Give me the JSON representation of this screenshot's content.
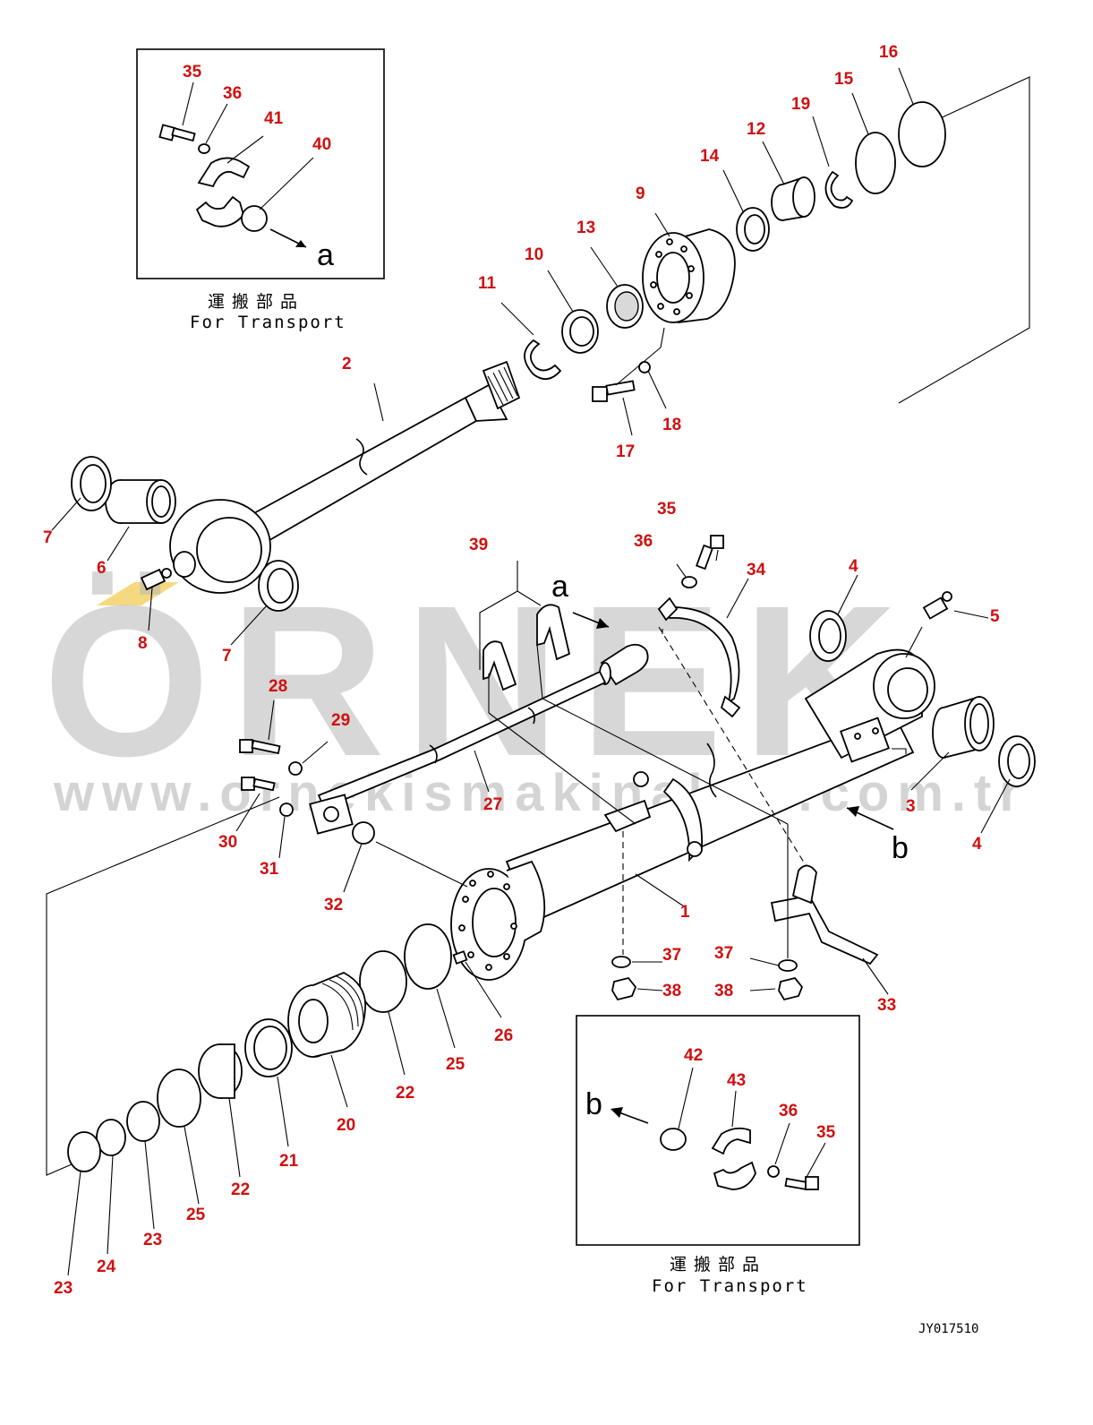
{
  "watermark": {
    "brand": "ÖRNEK",
    "url": "www.ornekismakinalari.com.tr",
    "accent_color": "#f2d060"
  },
  "callouts": {
    "c1": "1",
    "c2": "2",
    "c3": "3",
    "c4a": "4",
    "c4b": "4",
    "c5": "5",
    "c6": "6",
    "c7a": "7",
    "c7b": "7",
    "c8": "8",
    "c9": "9",
    "c10": "10",
    "c11": "11",
    "c12": "12",
    "c13": "13",
    "c14": "14",
    "c15": "15",
    "c16": "16",
    "c17": "17",
    "c18": "18",
    "c19": "19",
    "c20": "20",
    "c21a": "21",
    "c22a": "22",
    "c22b": "22",
    "c23a": "23",
    "c23b": "23",
    "c24": "24",
    "c25a": "25",
    "c25b": "25",
    "c26": "26",
    "c27": "27",
    "c28": "28",
    "c29": "29",
    "c30": "30",
    "c31": "31",
    "c32": "32",
    "c33": "33",
    "c34": "34",
    "c35a": "35",
    "c35b": "35",
    "c35c": "35",
    "c36a": "36",
    "c36b": "36",
    "c36c": "36",
    "c37a": "37",
    "c37b": "37",
    "c38a": "38",
    "c38b": "38",
    "c39": "39",
    "c40": "40",
    "c41": "41",
    "c42": "42",
    "c43": "43"
  },
  "letters": {
    "a_inset": "a",
    "a_main": "a",
    "b_main": "b",
    "b_inset": "b"
  },
  "insets": {
    "top": {
      "caption_jp": "運搬部品",
      "caption_en": "For Transport"
    },
    "bottom": {
      "caption_jp": "運搬部品",
      "caption_en": "For Transport"
    }
  },
  "drawing_code": "JY017510"
}
